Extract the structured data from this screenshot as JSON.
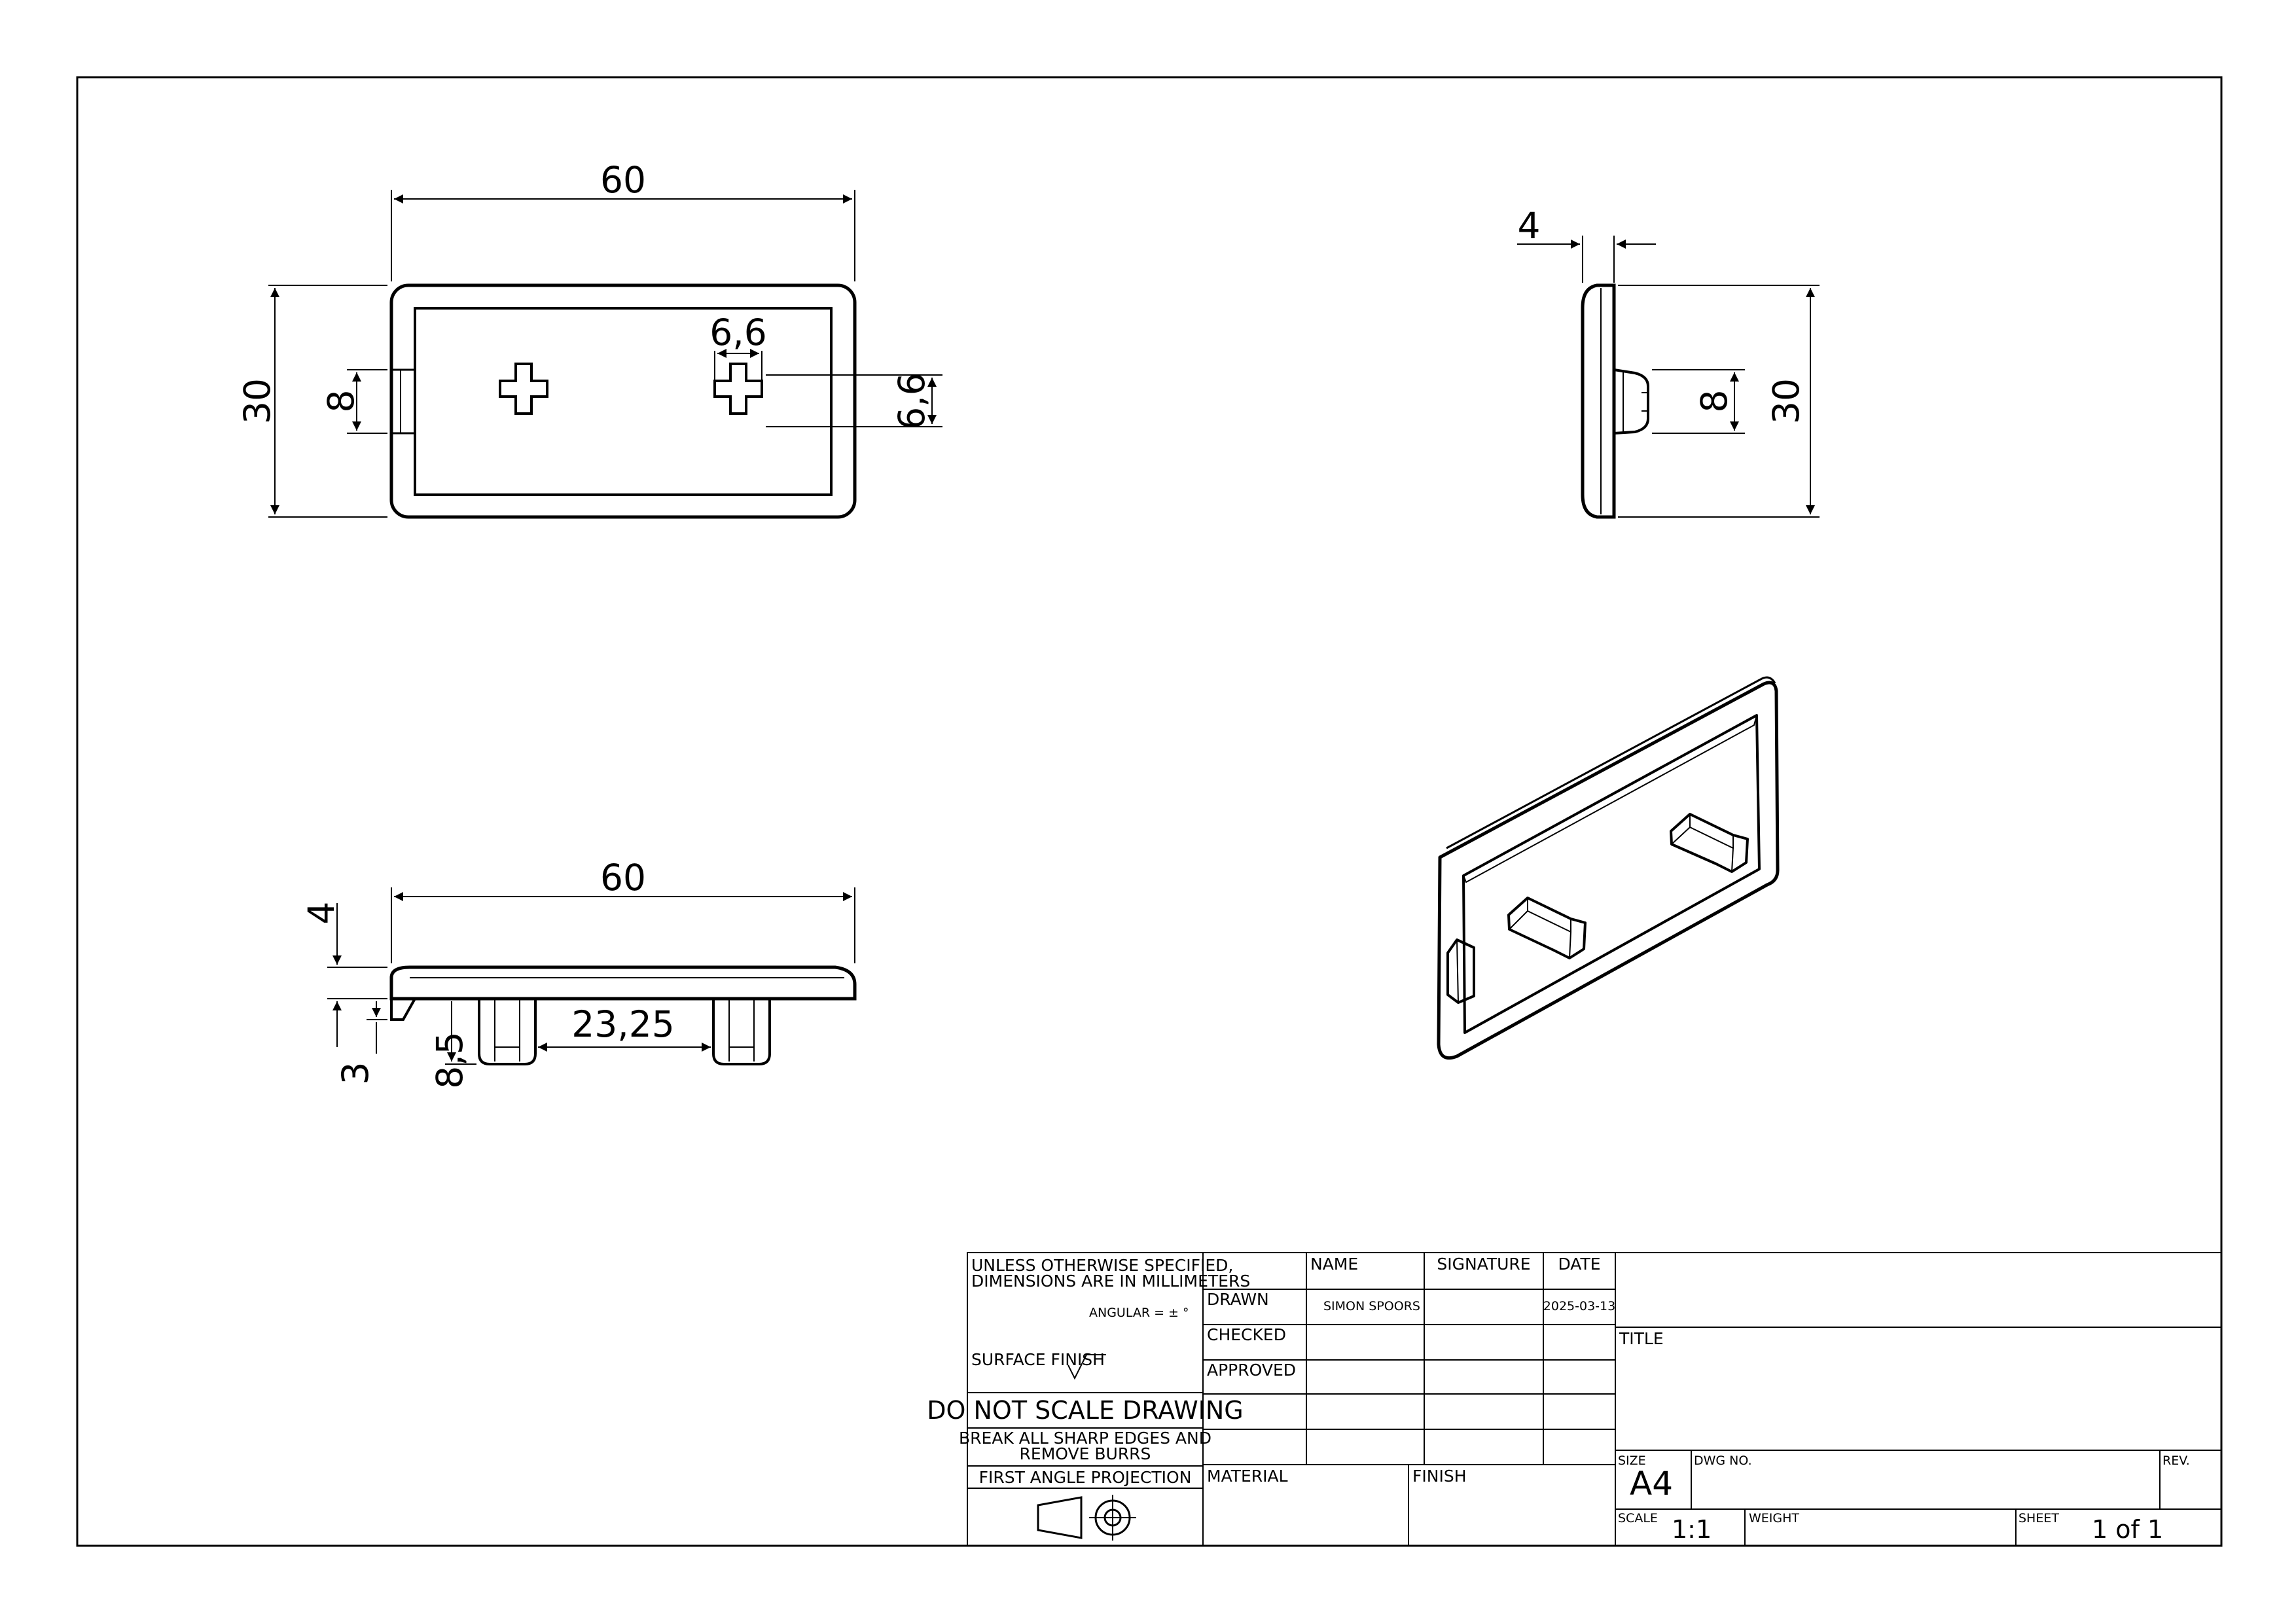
{
  "drawing": {
    "front_view": {
      "width_dim": "60",
      "height_dim": "30",
      "tab_dim": "8",
      "cross_width_dim": "6,6",
      "cross_height_dim": "6,6"
    },
    "side_view": {
      "thickness_dim": "4",
      "tab_dim": "8",
      "height_dim": "30"
    },
    "top_view": {
      "width_dim": "60",
      "thickness_dim": "4",
      "tab_dim": "3",
      "peg_dim": "8,5",
      "spacing_dim": "23,25"
    }
  },
  "title_block": {
    "tolerance_note_line1": "UNLESS OTHERWISE SPECIFIED,",
    "tolerance_note_line2": "DIMENSIONS ARE IN MILLIMETERS",
    "angular": "ANGULAR = ± °",
    "surface_finish": "SURFACE FINISH",
    "do_not_scale": "DO NOT SCALE DRAWING",
    "break_edges_line1": "BREAK ALL SHARP EDGES AND",
    "break_edges_line2": "REMOVE BURRS",
    "projection": "FIRST ANGLE PROJECTION",
    "col_name": "NAME",
    "col_signature": "SIGNATURE",
    "col_date": "DATE",
    "row_drawn": "DRAWN",
    "row_checked": "CHECKED",
    "row_approved": "APPROVED",
    "drawn_name": "SIMON SPOORS",
    "drawn_date": "2025-03-13",
    "material_label": "MATERIAL",
    "finish_label": "FINISH",
    "title_label": "TITLE",
    "size_label": "SIZE",
    "size_value": "A4",
    "dwg_no_label": "DWG NO.",
    "rev_label": "REV.",
    "scale_label": "SCALE",
    "scale_value": "1:1",
    "weight_label": "WEIGHT",
    "sheet_label": "SHEET",
    "sheet_value": "1 of 1"
  }
}
